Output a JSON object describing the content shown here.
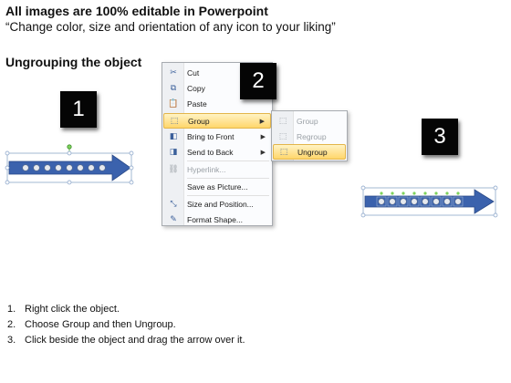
{
  "header": {
    "title": "All images are 100% editable in Powerpoint",
    "subtitle": "“Change color, size and orientation of any icon to your liking”"
  },
  "section": {
    "title": "Ungrouping the object"
  },
  "steps": [
    {
      "label": "1"
    },
    {
      "label": "2"
    },
    {
      "label": "3"
    }
  ],
  "context_menu": {
    "items": [
      {
        "label": "Cut",
        "icon": "scissors-icon",
        "glyph": "✂",
        "enabled": true
      },
      {
        "label": "Copy",
        "icon": "copy-icon",
        "glyph": "⧉",
        "enabled": true
      },
      {
        "label": "Paste",
        "icon": "paste-icon",
        "glyph": "📋",
        "enabled": true
      },
      {
        "label": "Group",
        "icon": "group-icon",
        "glyph": "⬚",
        "enabled": true,
        "submenu": true,
        "highlighted": true
      },
      {
        "label": "Bring to Front",
        "icon": "bring-to-front-icon",
        "glyph": "◧",
        "enabled": true,
        "submenu": true
      },
      {
        "label": "Send to Back",
        "icon": "send-to-back-icon",
        "glyph": "◨",
        "enabled": true,
        "submenu": true
      },
      {
        "label": "Hyperlink...",
        "icon": "hyperlink-icon",
        "glyph": "⛓",
        "enabled": false
      },
      {
        "label": "Save as Picture...",
        "icon": "",
        "glyph": "",
        "enabled": true
      },
      {
        "label": "Size and Position...",
        "icon": "size-position-icon",
        "glyph": "⤡",
        "enabled": true
      },
      {
        "label": "Format Shape...",
        "icon": "format-shape-icon",
        "glyph": "✎",
        "enabled": true
      }
    ]
  },
  "submenu": {
    "items": [
      {
        "label": "Group",
        "icon": "group-icon",
        "glyph": "⬚",
        "enabled": false
      },
      {
        "label": "Regroup",
        "icon": "regroup-icon",
        "glyph": "⬚",
        "enabled": false
      },
      {
        "label": "Ungroup",
        "icon": "ungroup-icon",
        "glyph": "⬚",
        "enabled": true,
        "highlighted": true
      }
    ]
  },
  "instructions": [
    {
      "num": "1.",
      "text": "Right click the object."
    },
    {
      "num": "2.",
      "text": "Choose Group and then Ungroup."
    },
    {
      "num": "3.",
      "text": "Click beside the object and drag the arrow over it."
    }
  ],
  "colors": {
    "arrow": "#3b62ad",
    "arrow_border": "#2a4a88",
    "highlight": "#ffd66b",
    "step_box": "#050505"
  }
}
